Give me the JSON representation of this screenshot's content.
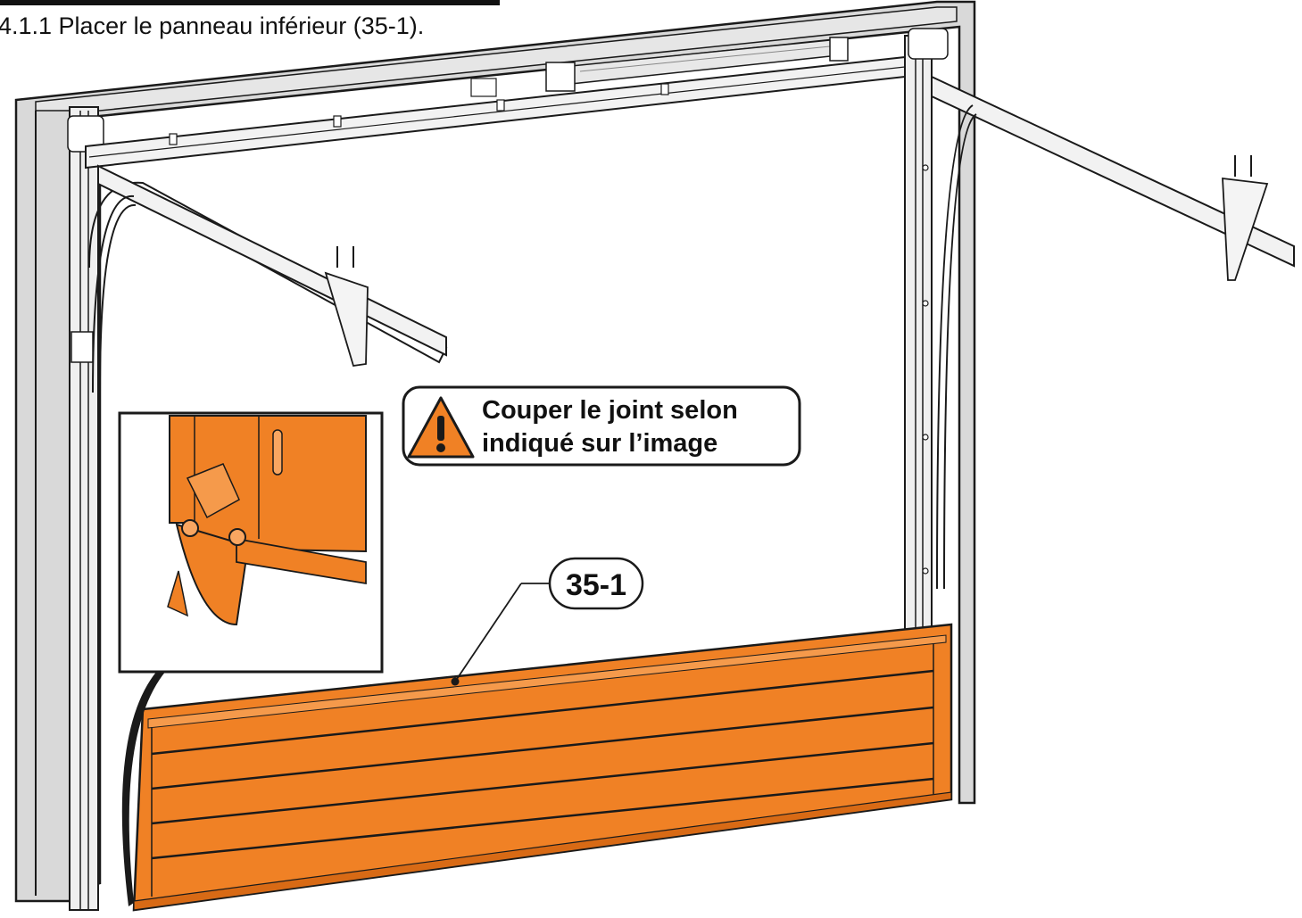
{
  "step": {
    "text": "4.1.1 Placer le panneau inférieur (35-1)."
  },
  "warning": {
    "line1": "Couper le joint selon",
    "line2": "indiqué sur l’image",
    "icon": "warning-triangle-icon"
  },
  "part_label": {
    "text": "35-1"
  },
  "colors": {
    "panel": "#f08125",
    "frame": "#d9d9d9",
    "outline": "#1a1a1a",
    "warning": "#f08125"
  }
}
